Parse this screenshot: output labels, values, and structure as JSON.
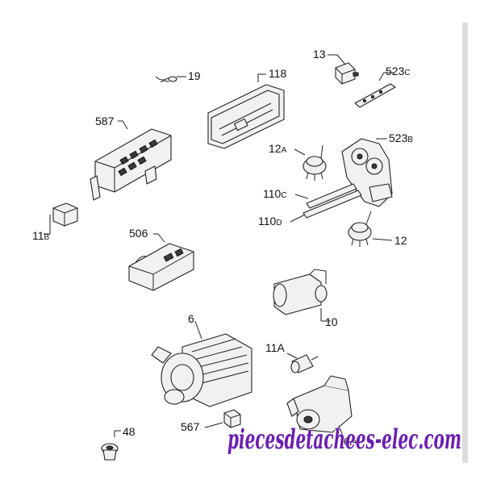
{
  "labels": {
    "p19": "19",
    "p118": "118",
    "p13": "13",
    "p523c": "523",
    "p523c_sub": "C",
    "p587": "587",
    "p12a": "12",
    "p12a_sub": "A",
    "p523b": "523",
    "p523b_sub": "B",
    "p110c": "110",
    "p110c_sub": "C",
    "p110d": "110",
    "p110d_sub": "D",
    "p11b": "11",
    "p11b_sub": "B",
    "p12": "12",
    "p506": "506",
    "p10": "10",
    "p6": "6",
    "p11a": "11A",
    "p567": "567",
    "p48": "48",
    "p6a": "6A"
  },
  "watermark": "piecesdetachees-elec.com",
  "colors": {
    "watermark": "#6a1fb0",
    "line": "#222222",
    "border": "#d9d9d9"
  }
}
